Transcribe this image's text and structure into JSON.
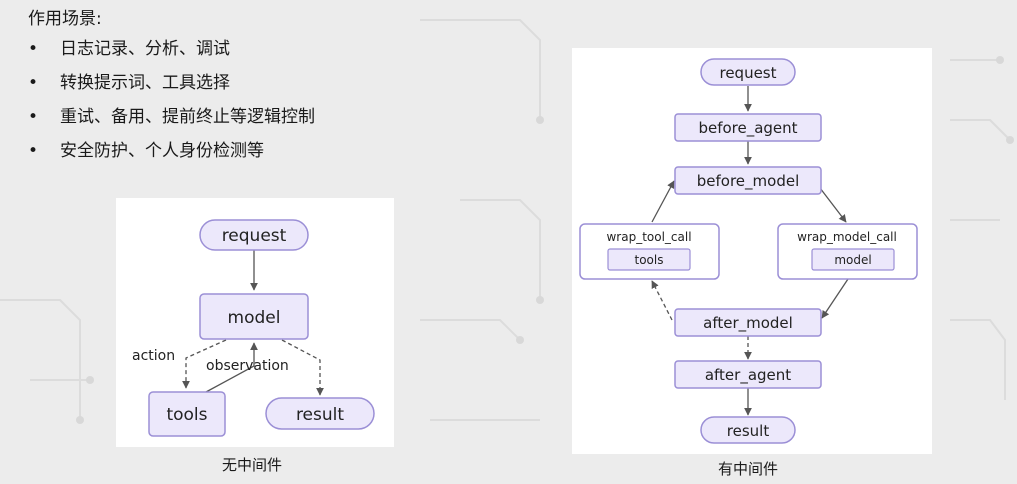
{
  "heading": "作用场景:",
  "bullets": [
    "日志记录、分析、调试",
    "转换提示词、工具选择",
    "重试、备用、提前终止等逻辑控制",
    "安全防护、个人身份检测等"
  ],
  "bullet_glyph": "•",
  "left_diagram": {
    "caption": "无中间件",
    "request": "request",
    "model": "model",
    "tools": "tools",
    "result": "result",
    "action": "action",
    "observation": "observation"
  },
  "right_diagram": {
    "caption": "有中间件",
    "request": "request",
    "before_agent": "before_agent",
    "before_model": "before_model",
    "wrap_tool_call": "wrap_tool_call",
    "tools": "tools",
    "wrap_model_call": "wrap_model_call",
    "model": "model",
    "after_model": "after_model",
    "after_agent": "after_agent",
    "result": "result"
  },
  "colors": {
    "node_fill": "#ece8fb",
    "node_stroke": "#9b8fd6",
    "edge": "#555555"
  }
}
